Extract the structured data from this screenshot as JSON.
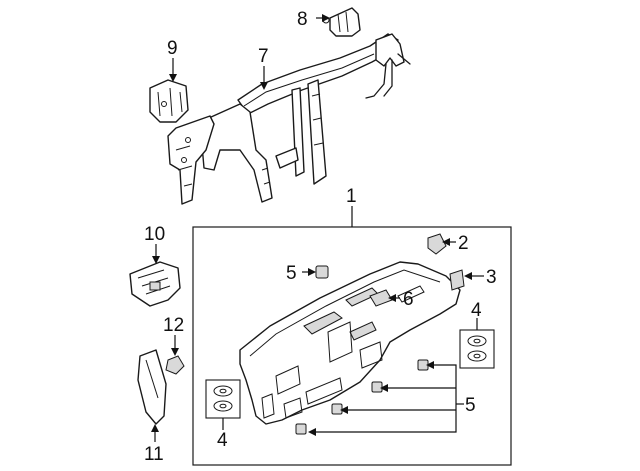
{
  "callouts": {
    "c1": "1",
    "c2": "2",
    "c3": "3",
    "c4a": "4",
    "c4b": "4",
    "c5a": "5",
    "c5b": "5",
    "c6": "6",
    "c7": "7",
    "c8": "8",
    "c9": "9",
    "c10": "10",
    "c11": "11",
    "c12": "12"
  }
}
